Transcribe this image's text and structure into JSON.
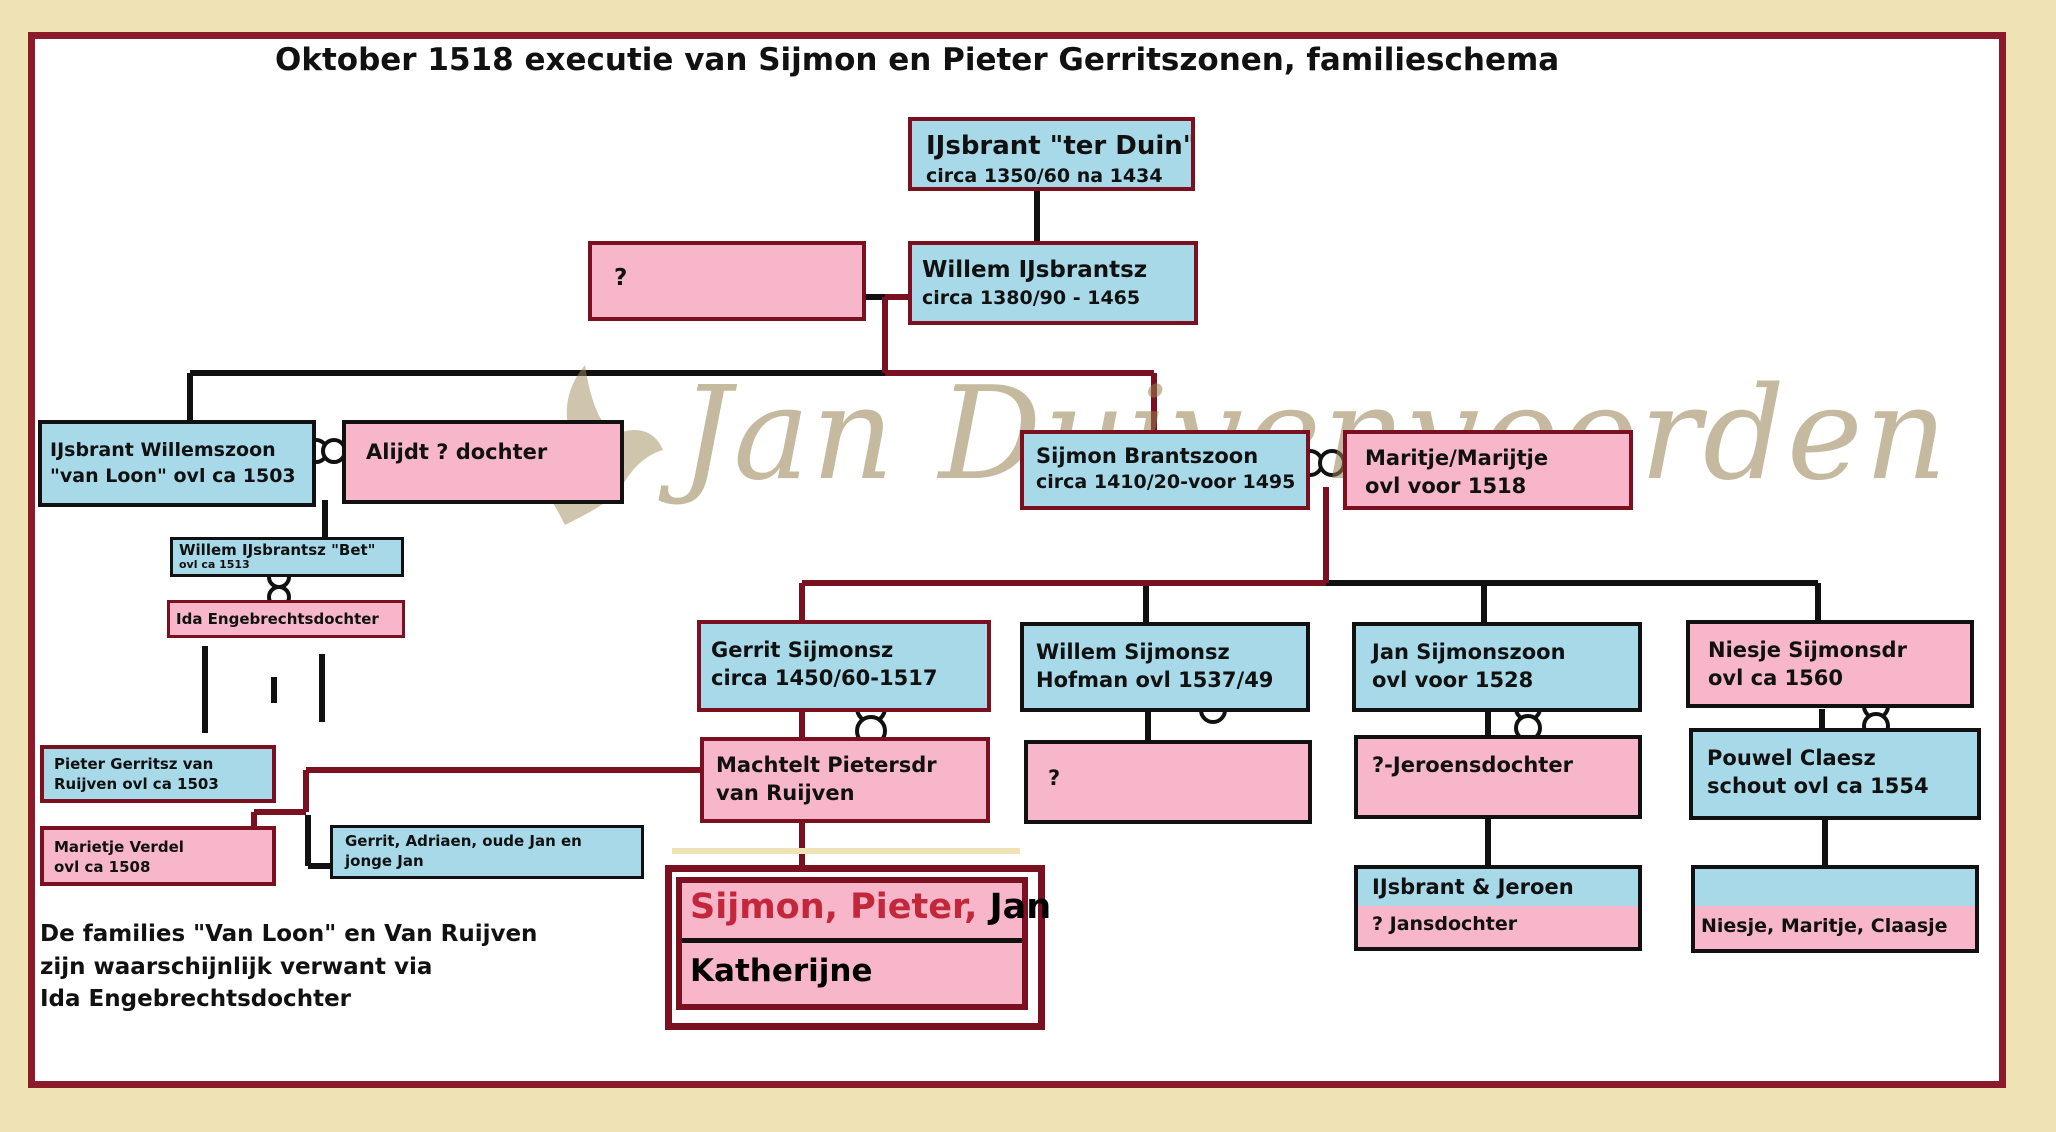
{
  "title": "Oktober 1518 executie van Sijmon en Pieter Gerritszonen, familieschema",
  "watermark": "Jan Duivenvoorden",
  "note": {
    "line1": "De families \"Van Loon\" en Van Ruijven",
    "line2": "zijn waarschijnlijk verwant via",
    "line3": "Ida Engebrechtsdochter"
  },
  "people": {
    "ijsbrant_ter_duin": {
      "name": "IJsbrant \"ter Duin\"",
      "dates": "circa 1350/60 na 1434"
    },
    "unknown_spouse_willem": {
      "name": "?"
    },
    "willem_ijsbrantsz": {
      "name": "Willem IJsbrantsz",
      "dates": "circa 1380/90 - 1465"
    },
    "ijsbrant_willemszoon": {
      "name": "IJsbrant Willemszoon",
      "dates": "\"van Loon\" ovl ca 1503"
    },
    "alijdt": {
      "name": "Alijdt ? dochter"
    },
    "willem_bet": {
      "name": "Willem IJsbrantsz \"Bet\"",
      "dates": "ovl ca 1513"
    },
    "ida": {
      "name": "Ida Engebrechtsdochter"
    },
    "sijmon_brantszoon": {
      "name": "Sijmon Brantszoon",
      "dates": "circa 1410/20-voor 1495"
    },
    "maritje": {
      "name": "Maritje/Marijtje",
      "dates": "ovl voor 1518"
    },
    "gerrit_sijmonsz": {
      "name": "Gerrit Sijmonsz",
      "dates": "circa 1450/60-1517"
    },
    "machtelt": {
      "name": "Machtelt Pietersdr",
      "dates": "van Ruijven"
    },
    "willem_sijmonsz": {
      "name": "Willem Sijmonsz",
      "dates": "Hofman ovl 1537/49"
    },
    "unknown_spouse_willem_s": {
      "name": "?"
    },
    "jan_sijmonszoon": {
      "name": "Jan Sijmonszoon",
      "dates": "ovl voor 1528"
    },
    "jeroensdochter": {
      "name": "?-Jeroensdochter"
    },
    "ijsbrant_jeroen": {
      "name": "IJsbrant & Jeroen"
    },
    "jansdochter": {
      "name": "? Jansdochter"
    },
    "niesje_sijmonsdr": {
      "name": "Niesje Sijmonsdr",
      "dates": "ovl ca 1560"
    },
    "pouwel_claesz": {
      "name": "Pouwel Claesz",
      "dates": "schout ovl ca 1554"
    },
    "niesje_kids": {
      "name": "Niesje, Maritje, Claasje"
    },
    "pieter_gerritsz": {
      "name": "Pieter Gerritsz van",
      "dates": "Ruijven ovl ca 1503"
    },
    "marietje_verdel": {
      "name": "Marietje Verdel",
      "dates": "ovl ca 1508"
    },
    "gerrit_adriaen": {
      "name": "Gerrit, Adriaen, oude Jan en",
      "dates": "jonge Jan"
    }
  },
  "executed_children": {
    "sijmon": "Sijmon,",
    "pieter": "Pieter,",
    "jan": "Jan",
    "katherijne": "Katherijne"
  },
  "colors": {
    "male": "#a7d9e8",
    "female": "#f7b6c9",
    "frame": "#8b1a2a",
    "line_red": "#7a1020",
    "background": "#efe3b5"
  }
}
